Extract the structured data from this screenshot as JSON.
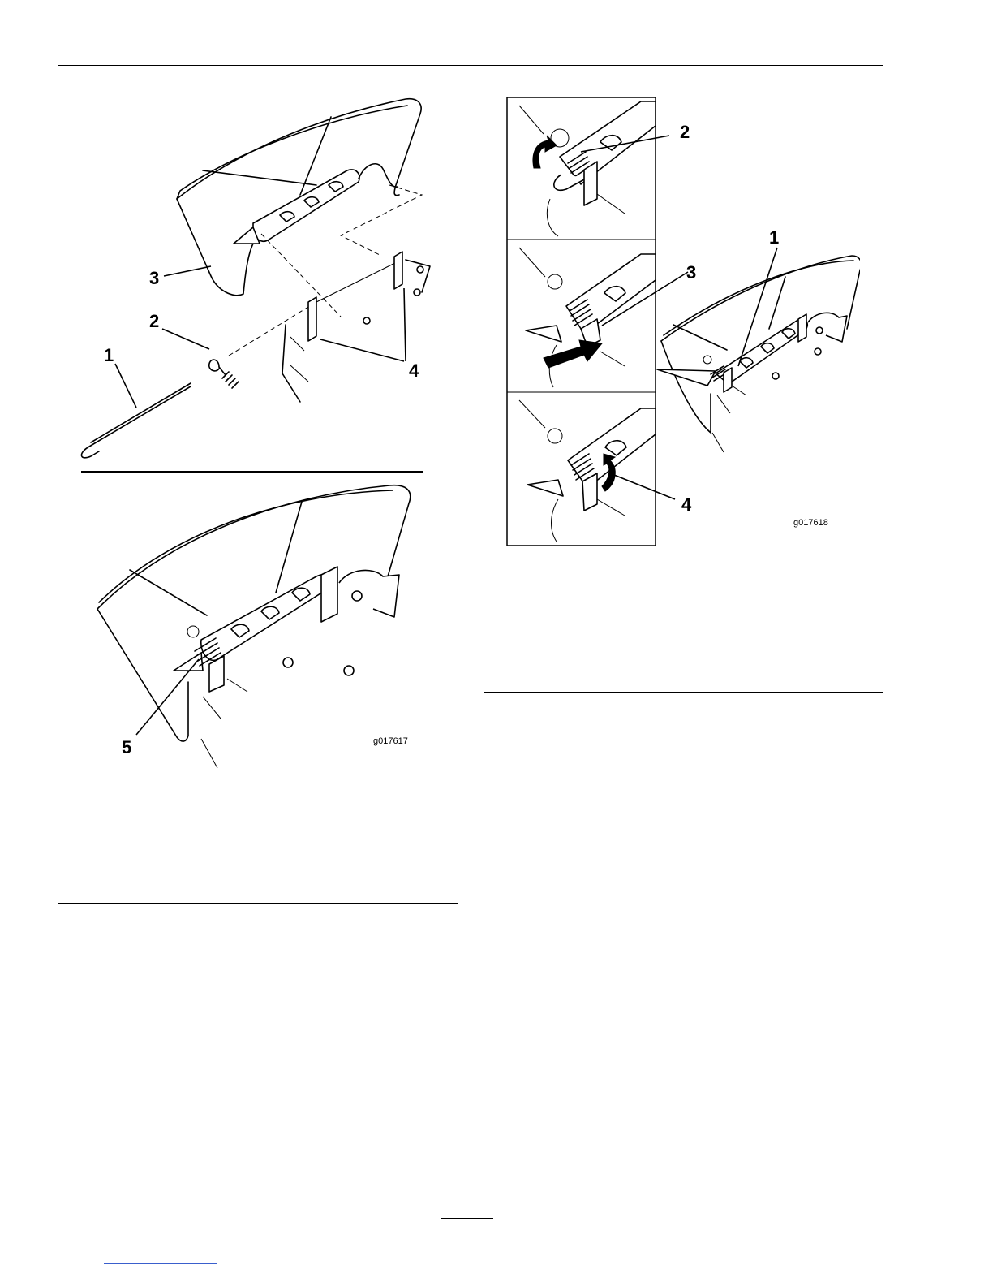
{
  "figures": {
    "left_exploded": {
      "callouts": [
        "1",
        "2",
        "3",
        "4"
      ]
    },
    "left_installed": {
      "callouts": [
        "5"
      ],
      "graphic_id": "g017617"
    },
    "right": {
      "callouts": [
        "2",
        "1",
        "3",
        "4"
      ],
      "graphic_id": "g017618"
    }
  }
}
